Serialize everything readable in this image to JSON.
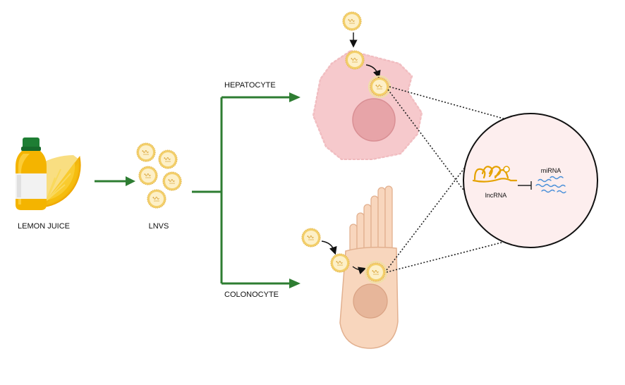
{
  "labels": {
    "lemon_juice": "LEMON JUICE",
    "lnvs": "LNVS",
    "hepatocyte": "HEPATOCYTE",
    "colonocyte": "COLONOCYTE",
    "lncrna": "lncRNA",
    "mirna": "miRNA"
  },
  "colors": {
    "arrow_green": "#2e7d32",
    "vesicle_fill": "#fbe9b6",
    "vesicle_ring": "#f2cf6a",
    "hepatocyte_fill": "#f6c9cc",
    "hepatocyte_nucleus": "#e7a4a8",
    "colonocyte_fill": "#f8d6bd",
    "colonocyte_nucleus": "#e7b69a",
    "lncrna": "#e5a200",
    "mirna": "#4a90d9"
  }
}
